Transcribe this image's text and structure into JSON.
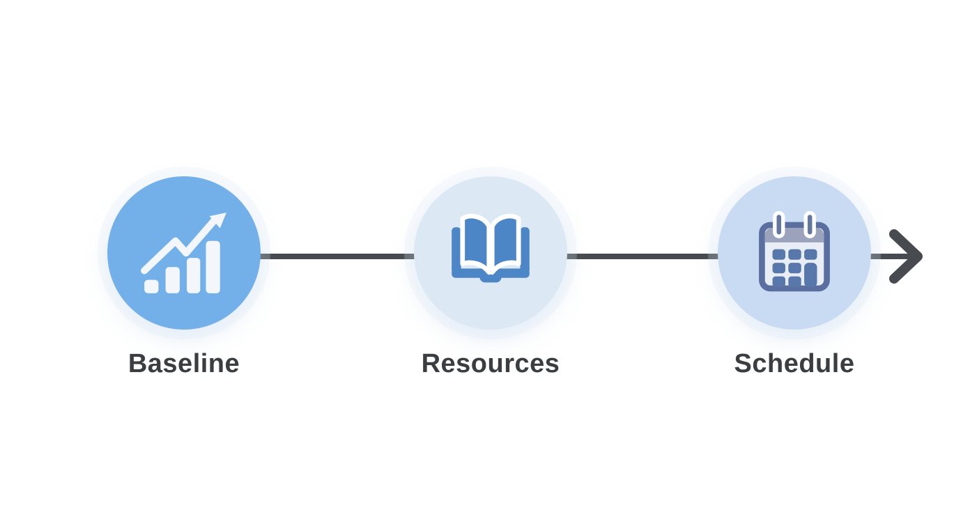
{
  "diagram": {
    "type": "process-flow",
    "background_color": "#ffffff",
    "connector": {
      "color": "#474a4e",
      "direction": "left-to-right",
      "end": "arrow-right"
    },
    "label_color": "#3b3e41",
    "steps": [
      {
        "label": "Baseline",
        "icon": "bar-chart-trend-up-icon",
        "circle_color": "#73b0e9",
        "icon_color": "#f3f6fa"
      },
      {
        "label": "Resources",
        "icon": "open-book-icon",
        "circle_color": "#dde8f5",
        "icon_color": "#4c86c6"
      },
      {
        "label": "Schedule",
        "icon": "calendar-icon",
        "circle_color": "#c8dbf2",
        "icon_color": "#5a6f9f"
      }
    ]
  }
}
